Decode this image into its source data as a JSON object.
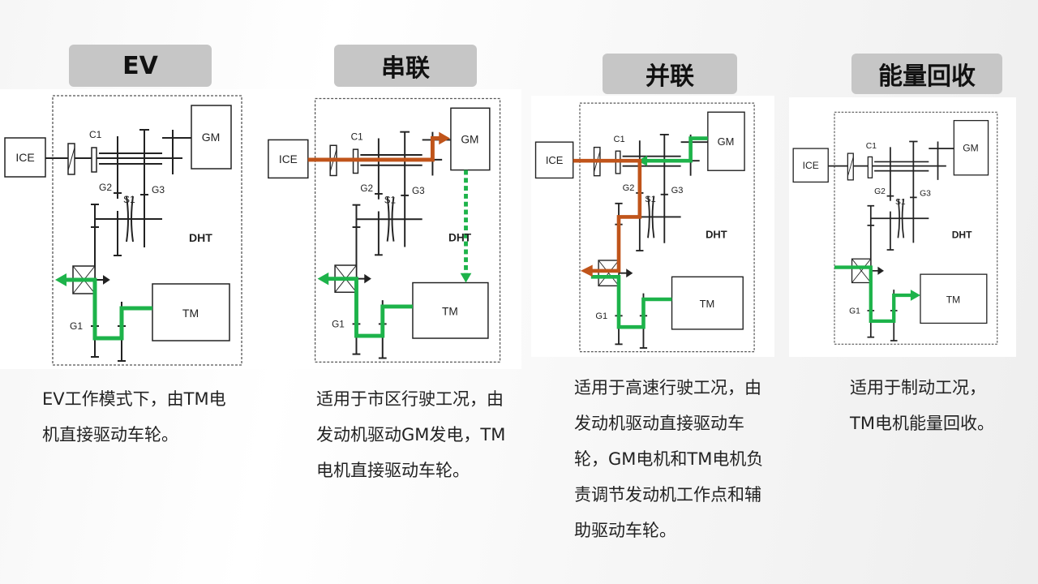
{
  "colors": {
    "green": "#1db34a",
    "orange": "#c0541a",
    "title_bg": "#c6c6c6"
  },
  "diagram_labels": {
    "ice": "ICE",
    "gm": "GM",
    "tm": "TM",
    "dht": "DHT",
    "c1": "C1",
    "g1": "G1",
    "g2": "G2",
    "g3": "G3",
    "s1": "S1"
  },
  "panels": [
    {
      "mode": "ev",
      "title": "EV",
      "description": "EV工作模式下，由TM电机直接驱动车轮。"
    },
    {
      "mode": "series",
      "title": "串联",
      "description": "适用于市区行驶工况，由发动机驱动GM发电，TM电机直接驱动车轮。"
    },
    {
      "mode": "parallel",
      "title": "并联",
      "description": "适用于高速行驶工况，由发动机驱动直接驱动车轮，GM电机和TM电机负责调节发动机工作点和辅助驱动车轮。"
    },
    {
      "mode": "regen",
      "title": "能量回收",
      "description": "适用于制动工况，TM电机能量回收。"
    }
  ]
}
